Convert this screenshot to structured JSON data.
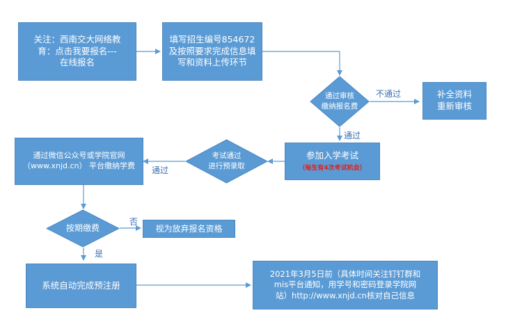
{
  "boxes": {
    "follow": "关注：西南交大网络教\n育：点击我要报名---\n在线报名",
    "fill": "填写招生编号854672\n及按照要求完成信息填\n写和资料上传环节",
    "supplement": "补全资料\n重新审核",
    "exam": "参加入学考试",
    "exam_note": "（每生有4次考试机会）",
    "pay": "通过微信公众号或学院官网\n（www.xnjd.cn） 平台缴纳学费",
    "abandon": "视为放弃报名资格",
    "preregister": "系统自动完成预注册",
    "notice": "2021年3月5日前（具体时间关注钉钉群和\nmis平台通知，用学号和密码登录学院网\n站）http://www.xnjd.cn核对自己信息"
  },
  "decisions": {
    "review": "通过审核\n缴纳报名费",
    "exam_pass": "考试通过\n进行预录取",
    "pay_on_time": "按期缴费"
  },
  "edge_labels": {
    "not_pass": "不通过",
    "pass_review": "通过",
    "pass_exam": "通过",
    "no": "否",
    "yes": "是"
  },
  "colors": {
    "fill": "#5b9bd5",
    "stroke": "#4a86bf",
    "arrow": "#5b9bd5",
    "label": "#3a6fb0",
    "note": "#e0201b"
  }
}
